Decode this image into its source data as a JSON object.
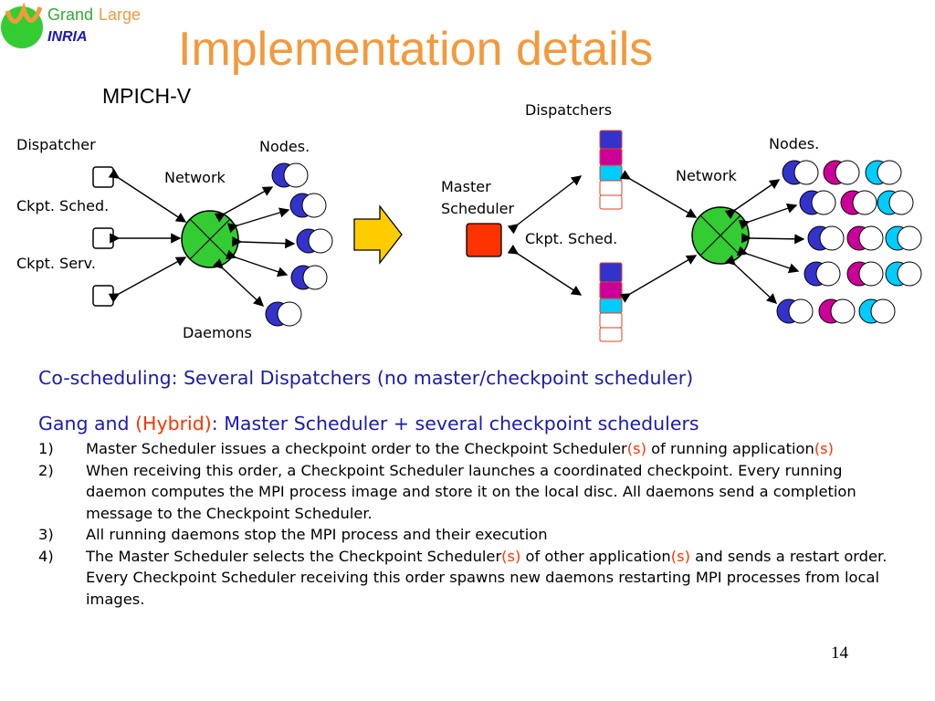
{
  "logo": {
    "name_grand": "Grand",
    "name_large": "Large",
    "org": "INRIA"
  },
  "title": "Implementation details",
  "subtitle": "MPICH-V",
  "left_diagram": {
    "dispatcher_label": "Dispatcher",
    "ckpt_sched_label": "Ckpt. Sched.",
    "ckpt_serv_label": "Ckpt. Serv.",
    "network_label": "Network",
    "nodes_label": "Nodes.",
    "daemons_label": "Daemons"
  },
  "right_diagram": {
    "dispatchers_label": "Dispatchers",
    "master_scheduler_label_line1": "Master",
    "master_scheduler_label_line2": "Scheduler",
    "ckpt_sched_label": "Ckpt. Sched.",
    "network_label": "Network",
    "nodes_label": "Nodes."
  },
  "colors": {
    "title": "#f29a3c",
    "body_blue": "#1a1ab3",
    "highlight_red": "#ff3300",
    "network_green": "#33cc33",
    "master_red": "#ff3300",
    "process_blue": "#3333cc",
    "process_magenta": "#cc0099",
    "process_cyan": "#00ccff",
    "arrow_yellow": "#ffcc00"
  },
  "text": {
    "line1": "Co-scheduling: Several Dispatchers (no master/checkpoint scheduler)",
    "line2_a": "Gang and ",
    "line2_b": "(Hybrid)",
    "line2_c": ": Master Scheduler + several checkpoint schedulers",
    "items": [
      {
        "num": "1)",
        "a": "Master Scheduler issues a checkpoint order to the Checkpoint Scheduler",
        "b": "(s)",
        "c": " of running application",
        "d": "(s)",
        "e": "",
        "f": "",
        "g": ""
      },
      {
        "num": "2)",
        "a": "When receiving this order, a Checkpoint Scheduler launches a coordinated checkpoint. Every running daemon computes the MPI process image and store it on the local disc. All daemons send a completion message to the Checkpoint Scheduler.",
        "b": "",
        "c": "",
        "d": "",
        "e": "",
        "f": "",
        "g": ""
      },
      {
        "num": "3)",
        "a": "All running daemons stop the MPI process and their execution",
        "b": "",
        "c": "",
        "d": "",
        "e": "",
        "f": "",
        "g": ""
      },
      {
        "num": "4)",
        "a": "The Master Scheduler selects the Checkpoint Scheduler",
        "b": "(s)",
        "c": " of other application",
        "d": "(s)",
        "e": " and sends a restart order. Every Checkpoint Scheduler receiving this order spawns new daemons restarting MPI processes from local images.",
        "f": "",
        "g": ""
      }
    ]
  },
  "page_number": "14"
}
